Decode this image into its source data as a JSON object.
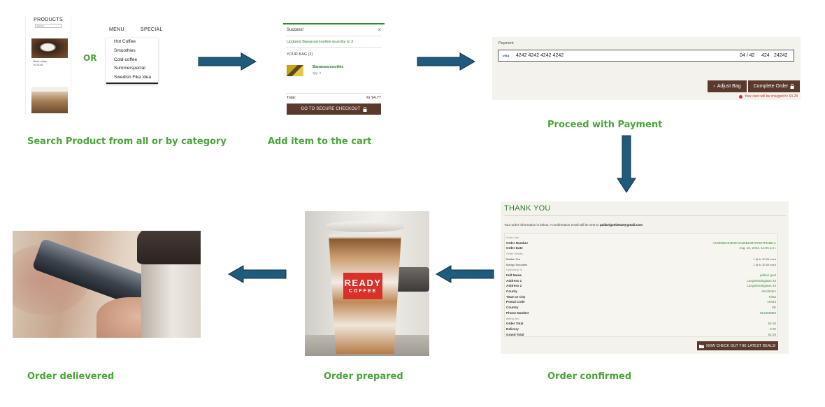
{
  "steps": {
    "search": "Search Product from all or by category",
    "add": "Add item to the cart",
    "payment": "Proceed with Payment",
    "confirmed": "Order confirmed",
    "prepared": "Order prepared",
    "delivered": "Order delievered"
  },
  "or_label": "OR",
  "colors": {
    "caption": "#4aa53a",
    "arrow": "#1e5b7d",
    "arrow_outline": "#0e2f42",
    "button": "#5b3a2e"
  },
  "products_panel": {
    "title": "PRODUCTS",
    "select": "Sort by...",
    "item_name": "Black coffee",
    "item_price": "Kr 20.45"
  },
  "menu_panel": {
    "menu_label": "MENU",
    "special_label": "SPECIAL",
    "items": [
      "Hot Coffee",
      "Smoothies",
      "Cold-coffee",
      "Summerspecial",
      "Swedish Fika Idea"
    ]
  },
  "cart_panel": {
    "toast_title": "Success!",
    "close": "×",
    "updated_msg": "Updated Bananasmoothie quantity to 3",
    "bag_label": "YOUR BAG (3)",
    "product_name": "Bananasmoothie",
    "qty": "Qty: 3",
    "total_label": "Total:",
    "total_value": "Kr 94.77",
    "checkout_button": "GO TO SECURE CHECKOUT"
  },
  "payment_panel": {
    "label": "Payment",
    "card_brand": "VISA",
    "card_number": "4242 4242 4242 4242",
    "expiry": "04 / 42",
    "cvc": "424",
    "zip": "24242",
    "adjust_button": "Adjust Bag",
    "complete_button": "Complete Order",
    "charge_note": "Your card will be charged Kr 63.28"
  },
  "thank_you_panel": {
    "heading": "THANK YOU",
    "intro": "Your order information is below. A confirmation email will be sent to",
    "email": "pallavigoel2610@gmail.com",
    "deals_button": "NOW CHECK OUT THE LATEST DEALS!",
    "rows": [
      {
        "section": "Order Info"
      },
      {
        "label": "Order Number",
        "value": "AC9E6BCE3D9C4AB8B238767857FD4B1A"
      },
      {
        "label": "Order Date",
        "value": "Aug. 10, 2024, 12:05 p.m."
      },
      {
        "section": "Order Details"
      },
      {
        "label": "Bubble Tea",
        "value": "1 @ kr 30.59 each",
        "item": true
      },
      {
        "label": "Mango Smoothie",
        "value": "1 @ kr 32.69 each",
        "item": true
      },
      {
        "section": "Delivering To"
      },
      {
        "label": "Full Name",
        "value": "pallavi goel"
      },
      {
        "label": "Address 1",
        "value": "Langelandsgatan 43"
      },
      {
        "label": "Address 2",
        "value": "Langelandsgatan 43"
      },
      {
        "label": "County",
        "value": "stockholm"
      },
      {
        "label": "Town or City",
        "value": "Kista"
      },
      {
        "label": "Postal Code",
        "value": "16443"
      },
      {
        "label": "Country",
        "value": "SE"
      },
      {
        "label": "Phone Number",
        "value": "012356889"
      },
      {
        "section": "Billing Info"
      },
      {
        "label": "Order Total",
        "value": "63.28"
      },
      {
        "label": "Delivery",
        "value": "0.00"
      },
      {
        "label": "Grand Total",
        "value": "63.28"
      }
    ]
  },
  "cup_photo": {
    "brand_line1": "READY",
    "brand_line2": "COFFEE"
  }
}
